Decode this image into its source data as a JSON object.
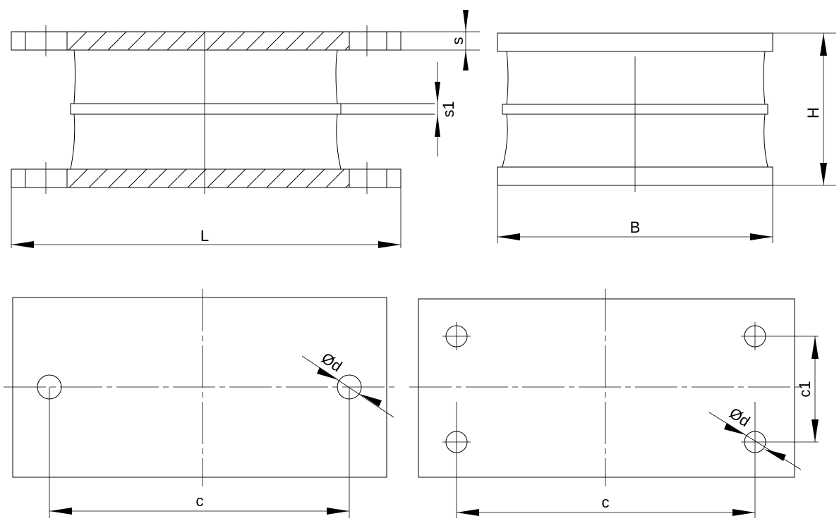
{
  "labels": {
    "L": "L",
    "B": "B",
    "H": "H",
    "s": "s",
    "s1": "s1",
    "c_left": "c",
    "c_right": "c",
    "c1": "c1",
    "d_left": "Ød",
    "d_right": "Ød"
  },
  "colors": {
    "line": "#000000",
    "background": "#ffffff"
  }
}
